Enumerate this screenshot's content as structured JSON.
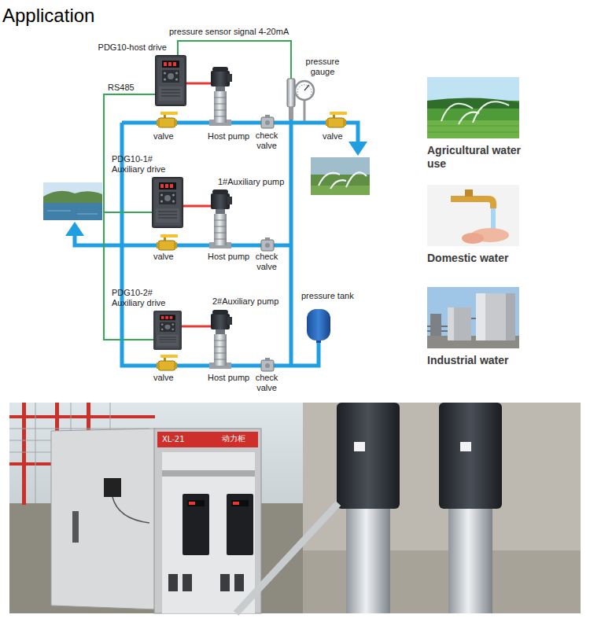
{
  "diagram": {
    "title": "Application",
    "nodes": [
      {
        "text": [
          "PDG10-host drive"
        ]
      },
      {
        "text": [
          "PDG10-1# Auxiliary drive"
        ]
      },
      {
        "text": [
          "PDG10-2# Auxiliary drive"
        ]
      },
      {
        "text": [
          "Agricultural water use"
        ]
      },
      {
        "text": [
          "Domestic water"
        ]
      },
      {
        "text": [
          "Industrial water"
        ]
      }
    ],
    "edges": [
      {
        "from": 0,
        "to": 1,
        "arrow": "none",
        "label": "RS485"
      },
      {
        "from": 0,
        "to": 2,
        "arrow": "none"
      }
    ],
    "labels": [
      "pressure sensor signal 4-20mA",
      "pressure gauge",
      "valve",
      "Host pump",
      "check valve",
      "valve",
      "1#Auxiliary pump",
      "valve",
      "Host pump",
      "check valve",
      "2#Auxiliary pump",
      "pressure tank",
      "valve",
      "Host pump",
      "check valve",
      "XL-21",
      "动力柜"
    ]
  }
}
